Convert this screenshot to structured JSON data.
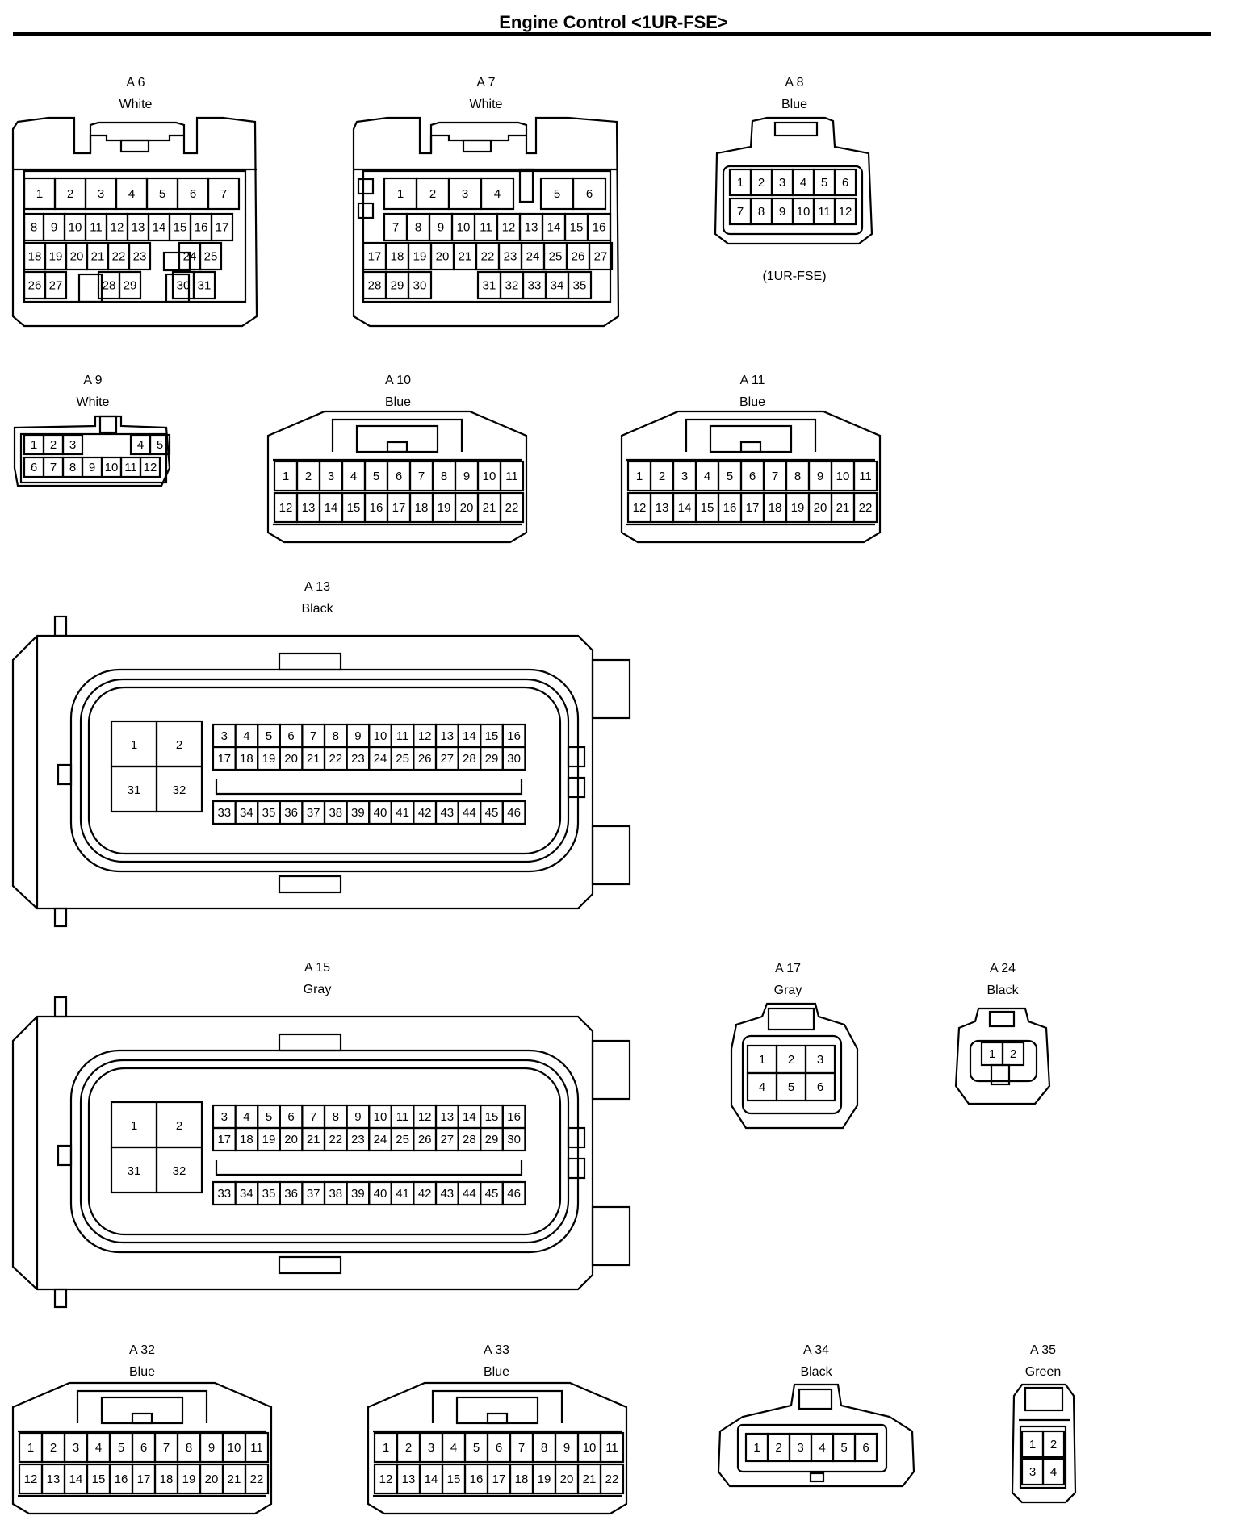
{
  "title": "Engine Control <1UR-FSE>",
  "connectors": [
    {
      "id": "A6",
      "name": "A 6",
      "color": "White",
      "rows": [
        [
          "1",
          "2",
          "3",
          "4",
          "5",
          "6",
          "7"
        ],
        [
          "8",
          "9",
          "10",
          "11",
          "12",
          "13",
          "14",
          "15",
          "16",
          "17"
        ],
        [
          "18",
          "19",
          "20",
          "21",
          "22",
          "23",
          "",
          "24",
          "25"
        ],
        [
          "26",
          "27",
          "",
          "28",
          "29",
          "",
          "30",
          "31"
        ]
      ]
    },
    {
      "id": "A7",
      "name": "A 7",
      "color": "White",
      "rows": [
        [
          "1",
          "2",
          "3",
          "4",
          "",
          "5",
          "6"
        ],
        [
          "7",
          "8",
          "9",
          "10",
          "11",
          "12",
          "13",
          "14",
          "15",
          "16"
        ],
        [
          "17",
          "18",
          "19",
          "20",
          "21",
          "22",
          "23",
          "24",
          "25",
          "26",
          "27"
        ],
        [
          "28",
          "29",
          "30",
          "",
          "31",
          "32",
          "33",
          "34",
          "35"
        ]
      ]
    },
    {
      "id": "A8",
      "name": "A 8",
      "color": "Blue",
      "note": "(1UR-FSE)",
      "rows": [
        [
          "1",
          "2",
          "3",
          "4",
          "5",
          "6"
        ],
        [
          "7",
          "8",
          "9",
          "10",
          "11",
          "12"
        ]
      ]
    },
    {
      "id": "A9",
      "name": "A 9",
      "color": "White",
      "rows": [
        [
          "1",
          "2",
          "3",
          "",
          "4",
          "5"
        ],
        [
          "6",
          "7",
          "8",
          "9",
          "10",
          "11",
          "12"
        ]
      ]
    },
    {
      "id": "A10",
      "name": "A 10",
      "color": "Blue",
      "rows": [
        [
          "1",
          "2",
          "3",
          "4",
          "5",
          "6",
          "7",
          "8",
          "9",
          "10",
          "11"
        ],
        [
          "12",
          "13",
          "14",
          "15",
          "16",
          "17",
          "18",
          "19",
          "20",
          "21",
          "22"
        ]
      ]
    },
    {
      "id": "A11",
      "name": "A 11",
      "color": "Blue",
      "rows": [
        [
          "1",
          "2",
          "3",
          "4",
          "5",
          "6",
          "7",
          "8",
          "9",
          "10",
          "11"
        ],
        [
          "12",
          "13",
          "14",
          "15",
          "16",
          "17",
          "18",
          "19",
          "20",
          "21",
          "22"
        ]
      ]
    },
    {
      "id": "A13",
      "name": "A 13",
      "color": "Black",
      "big": [
        "1",
        "2",
        "31",
        "32"
      ],
      "rows": [
        [
          "3",
          "4",
          "5",
          "6",
          "7",
          "8",
          "9",
          "10",
          "11",
          "12",
          "13",
          "14",
          "15",
          "16"
        ],
        [
          "17",
          "18",
          "19",
          "20",
          "21",
          "22",
          "23",
          "24",
          "25",
          "26",
          "27",
          "28",
          "29",
          "30"
        ],
        [
          "33",
          "34",
          "35",
          "36",
          "37",
          "38",
          "39",
          "40",
          "41",
          "42",
          "43",
          "44",
          "45",
          "46"
        ]
      ]
    },
    {
      "id": "A15",
      "name": "A 15",
      "color": "Gray",
      "big": [
        "1",
        "2",
        "31",
        "32"
      ],
      "rows": [
        [
          "3",
          "4",
          "5",
          "6",
          "7",
          "8",
          "9",
          "10",
          "11",
          "12",
          "13",
          "14",
          "15",
          "16"
        ],
        [
          "17",
          "18",
          "19",
          "20",
          "21",
          "22",
          "23",
          "24",
          "25",
          "26",
          "27",
          "28",
          "29",
          "30"
        ],
        [
          "33",
          "34",
          "35",
          "36",
          "37",
          "38",
          "39",
          "40",
          "41",
          "42",
          "43",
          "44",
          "45",
          "46"
        ]
      ]
    },
    {
      "id": "A17",
      "name": "A 17",
      "color": "Gray",
      "rows": [
        [
          "1",
          "2",
          "3"
        ],
        [
          "4",
          "5",
          "6"
        ]
      ]
    },
    {
      "id": "A24",
      "name": "A 24",
      "color": "Black",
      "rows": [
        [
          "1",
          "2"
        ]
      ]
    },
    {
      "id": "A32",
      "name": "A 32",
      "color": "Blue",
      "rows": [
        [
          "1",
          "2",
          "3",
          "4",
          "5",
          "6",
          "7",
          "8",
          "9",
          "10",
          "11"
        ],
        [
          "12",
          "13",
          "14",
          "15",
          "16",
          "17",
          "18",
          "19",
          "20",
          "21",
          "22"
        ]
      ]
    },
    {
      "id": "A33",
      "name": "A 33",
      "color": "Blue",
      "rows": [
        [
          "1",
          "2",
          "3",
          "4",
          "5",
          "6",
          "7",
          "8",
          "9",
          "10",
          "11"
        ],
        [
          "12",
          "13",
          "14",
          "15",
          "16",
          "17",
          "18",
          "19",
          "20",
          "21",
          "22"
        ]
      ]
    },
    {
      "id": "A34",
      "name": "A 34",
      "color": "Black",
      "rows": [
        [
          "1",
          "2",
          "3",
          "4",
          "5",
          "6"
        ]
      ]
    },
    {
      "id": "A35",
      "name": "A 35",
      "color": "Green",
      "rows": [
        [
          "1",
          "2"
        ],
        [
          "3",
          "4"
        ]
      ]
    }
  ]
}
